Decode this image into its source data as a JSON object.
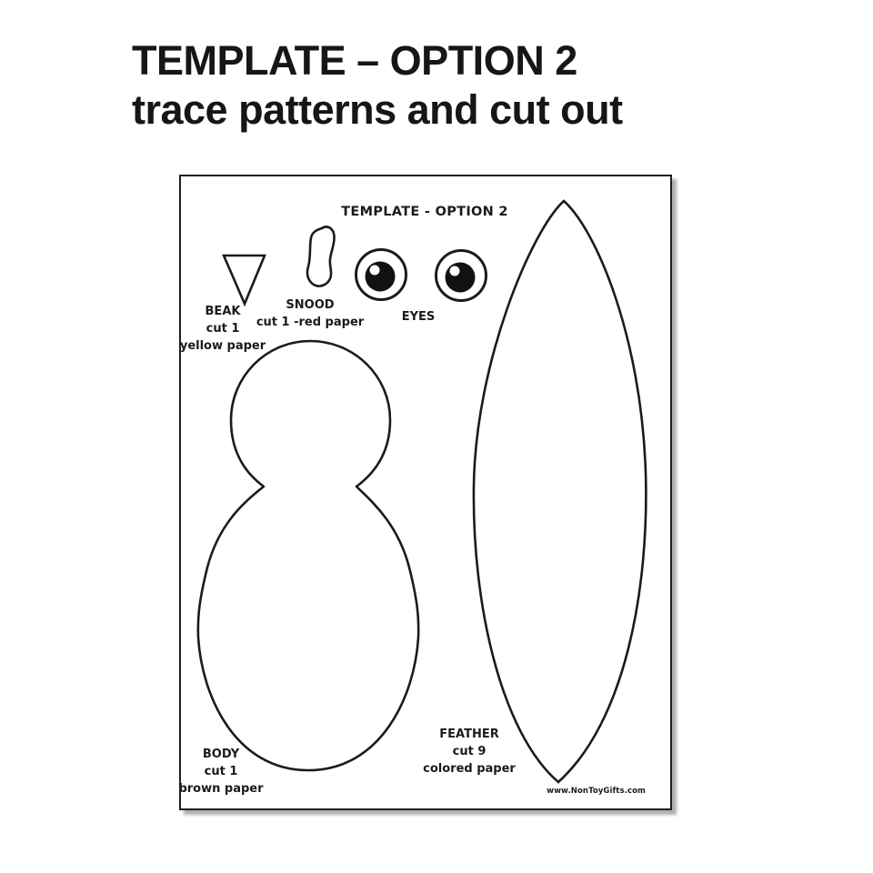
{
  "slide_title": {
    "line1": "TEMPLATE – OPTION 2",
    "line2": "trace patterns and cut out"
  },
  "sheet": {
    "header": "TEMPLATE - OPTION 2",
    "pieces": {
      "beak": {
        "label": "BEAK",
        "line2": "cut 1",
        "line3": "yellow paper"
      },
      "snood": {
        "label": "SNOOD",
        "line2": "cut 1 -red paper"
      },
      "eyes": {
        "label": "EYES"
      },
      "body": {
        "label": "BODY",
        "line2": "cut 1",
        "line3": "brown paper"
      },
      "feather": {
        "label": "FEATHER",
        "line2": "cut 9",
        "line3": "colored paper"
      }
    },
    "website": "www.NonToyGifts.com"
  },
  "colors": {
    "ink": "#1b1b1b",
    "paper": "#ffffff",
    "shadow": "#6e6e6e"
  }
}
